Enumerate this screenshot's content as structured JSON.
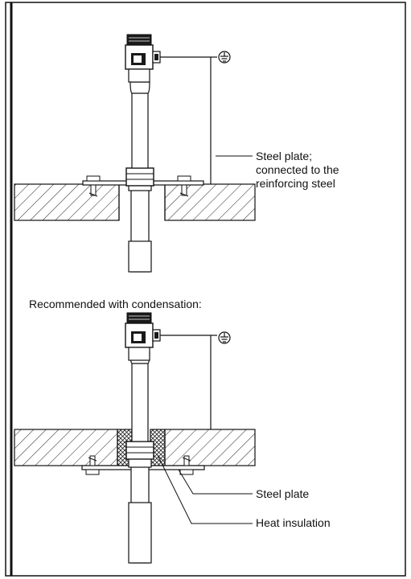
{
  "labels": {
    "steel_plate_top": [
      "Steel plate;",
      "connected to the",
      "reinforcing steel"
    ],
    "condensation_note": "Recommended with condensation:",
    "steel_plate_bottom": "Steel plate",
    "heat_insulation": "Heat insulation"
  },
  "icons": {
    "ground": "earth-ground-icon"
  },
  "colors": {
    "line": "#111111",
    "housing": "#1a1a1a",
    "background": "#ffffff"
  }
}
